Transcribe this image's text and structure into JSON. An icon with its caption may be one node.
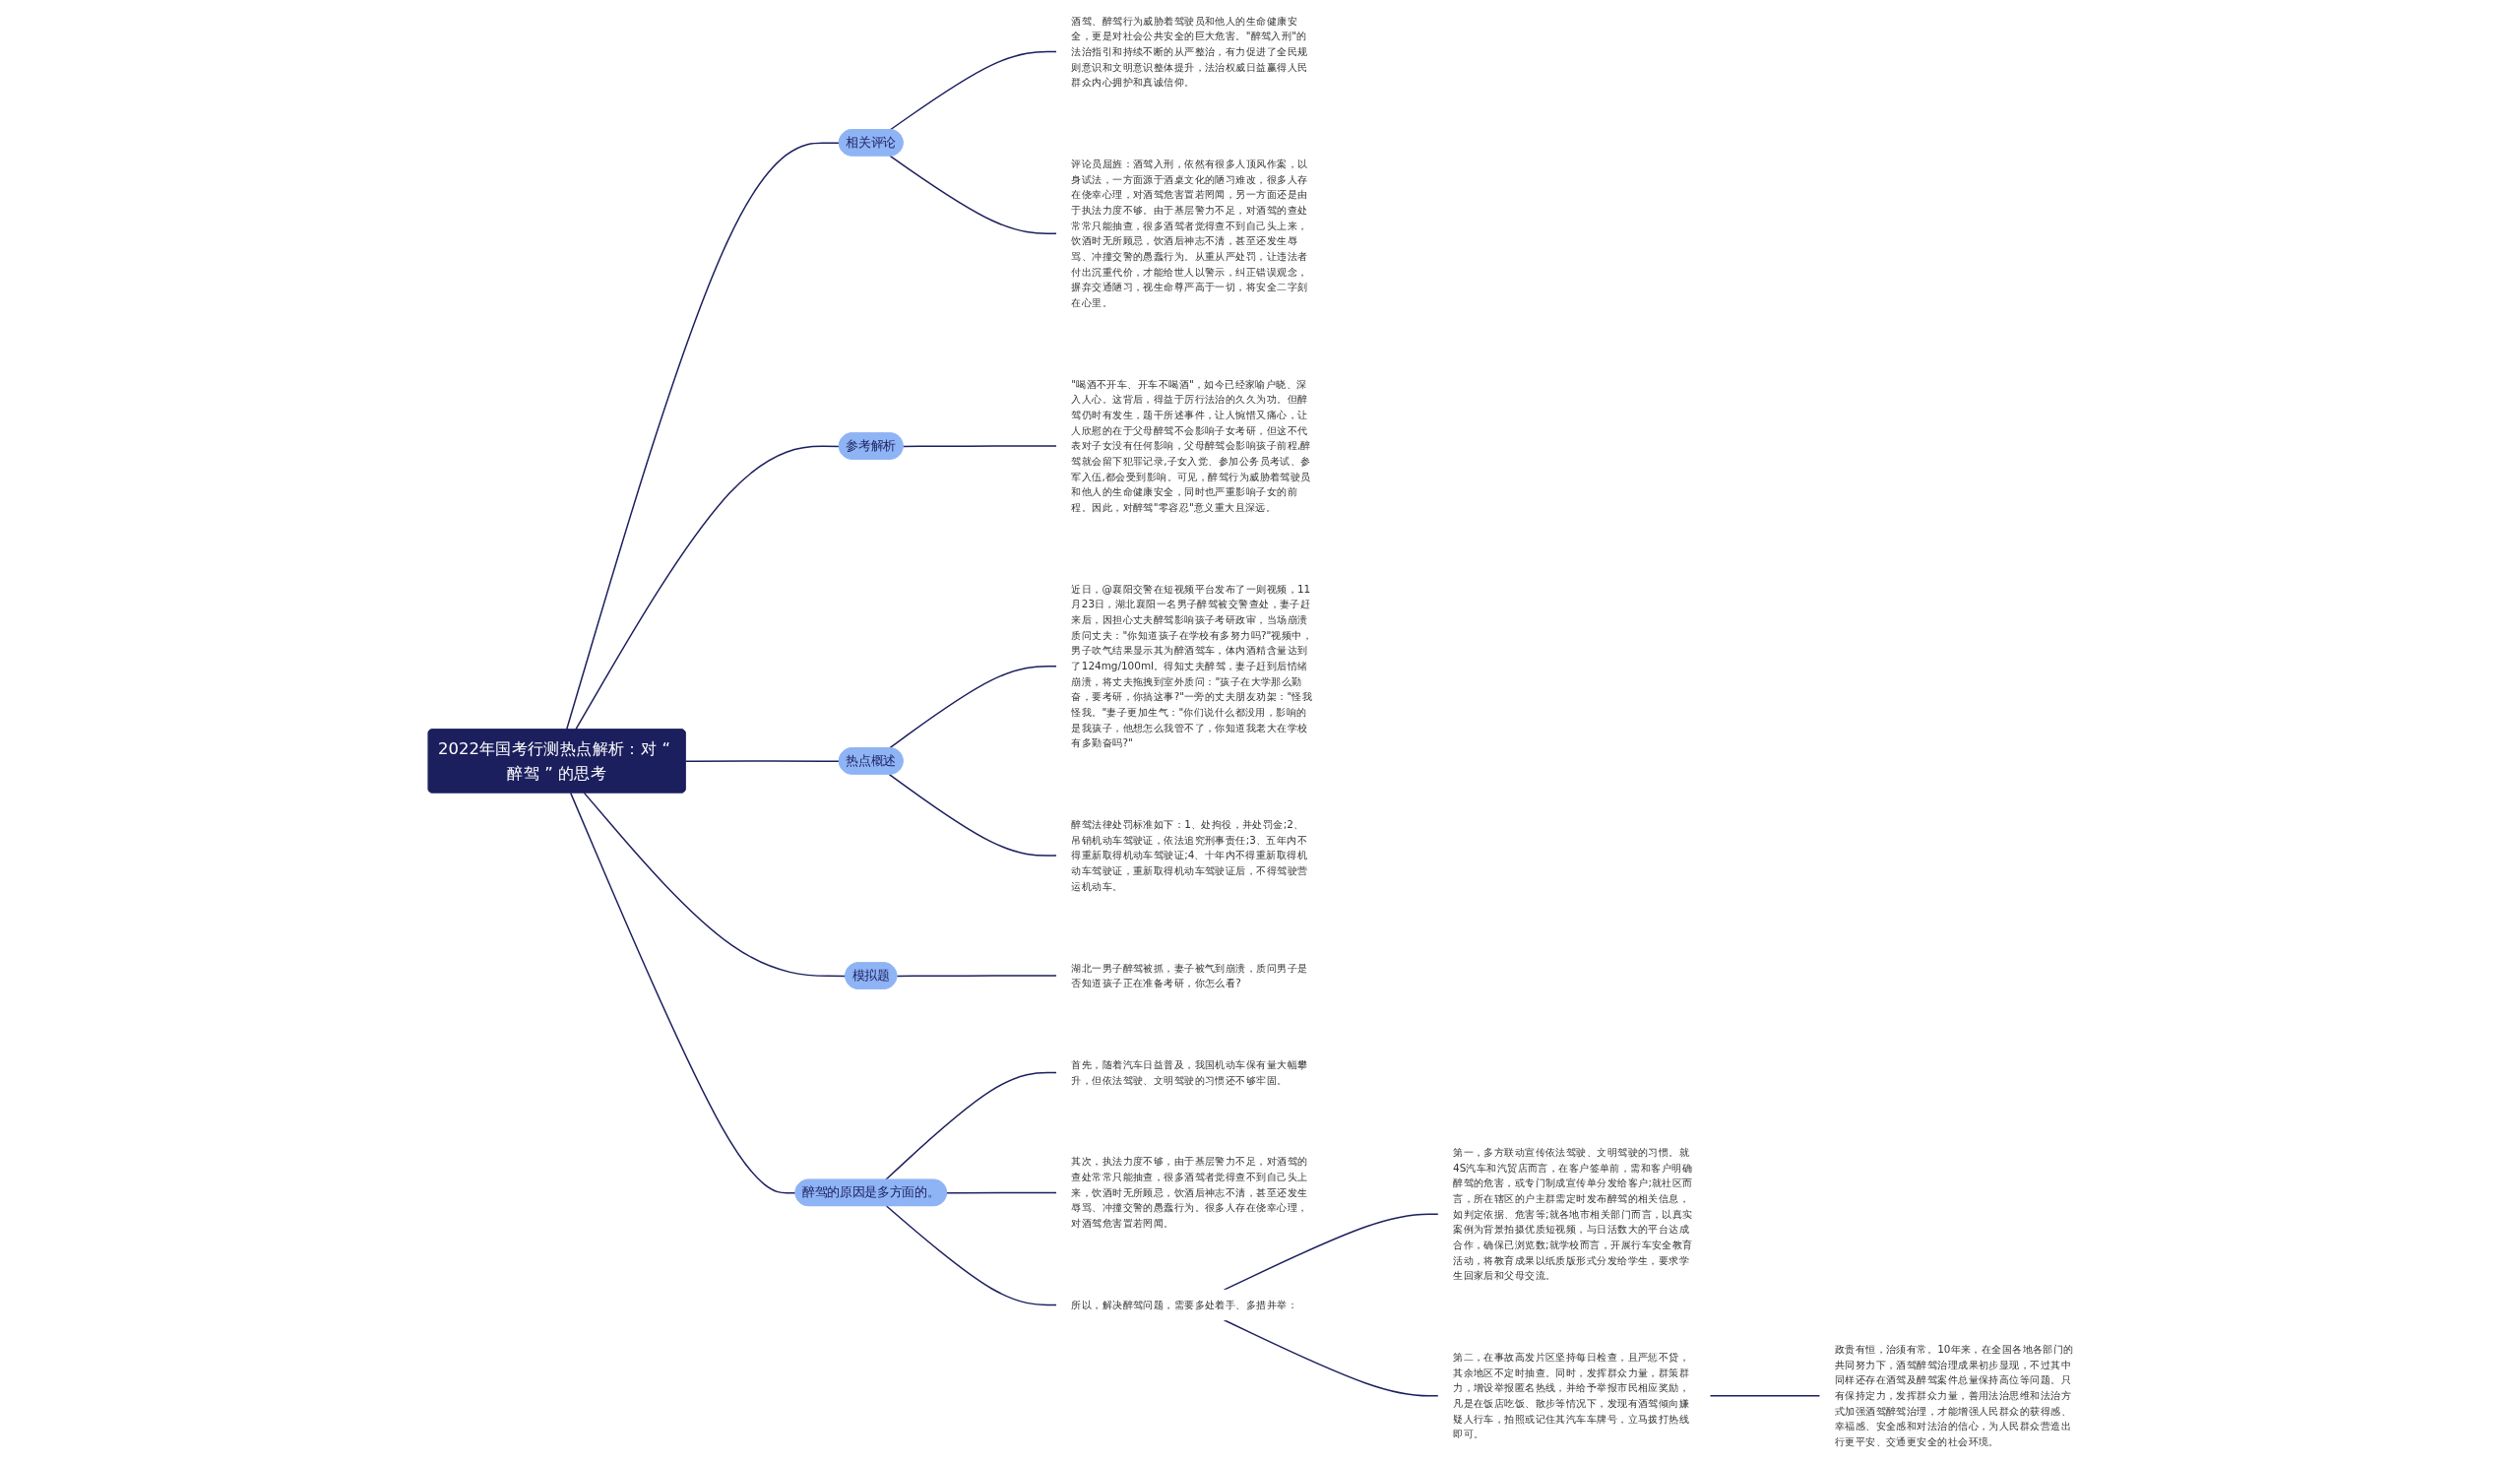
{
  "diagram": {
    "nodes": [
      {
        "text": [
          "2022年国考行测热点解析：对 “ 醉驾 ” 的思考"
        ]
      },
      {
        "text": [
          "相关评论"
        ]
      },
      {
        "text": [
          "酒驾、醉驾行为威胁着驾驶员和他人的生命健康安全，更是对社会公共安全的巨大危害。\"醉驾入刑\"的法治指引和持续不断的从严整治，有力促进了全民规则意识和文明意识整体提升，法治权威日益赢得人民群众内心拥护和真诚信仰。"
        ]
      },
      {
        "text": [
          "评论员屈旌：酒驾入刑，依然有很多人顶风作案，以身试法，一方面源于酒桌文化的陋习难改，很多人存在侥幸心理，对酒驾危害置若罔闻，另一方面还是由于执法力度不够。由于基层警力不足，对酒驾的查处常常只能抽查，很多酒驾者觉得查不到自己头上来，饮酒时无所顾忌，饮酒后神志不清，甚至还发生辱骂、冲撞交警的愚蠢行为。从重从严处罚，让违法者付出沉重代价，才能给世人以警示，纠正错误观念，摒弃交通陋习，视生命尊严高于一切，将安全二字刻在心里。"
        ]
      },
      {
        "text": [
          "参考解析"
        ]
      },
      {
        "text": [
          "\"喝酒不开车、开车不喝酒\"，如今已经家喻户晓、深入人心。这背后，得益于厉行法治的久久为功。但醉驾仍时有发生，题干所述事件，让人惋惜又痛心，让人欣慰的在于父母醉驾不会影响子女考研，但这不代表对子女没有任何影响，父母醉驾会影响孩子前程,醉驾就会留下犯罪记录,子女入党、参加公务员考试、参军入伍,都会受到影响。可见，醉驾行为威胁着驾驶员和他人的生命健康安全，同时也严重影响子女的前程。因此，对醉驾\"零容忍\"意义重大且深远。"
        ]
      },
      {
        "text": [
          "热点概述"
        ]
      },
      {
        "text": [
          "近日，@襄阳交警在短视频平台发布了一则视频，11月23日，湖北襄阳一名男子醉驾被交警查处，妻子赶来后，因担心丈夫醉驾影响孩子考研政审，当场崩溃质问丈夫：\"你知道孩子在学校有多努力吗?\"视频中，男子吹气结果显示其为醉酒驾车，体内酒精含量达到了124mg/100ml。得知丈夫醉驾，妻子赶到后情绪崩溃，将丈夫拖拽到室外质问：\"孩子在大学那么勤奋，要考研，你搞这事?\"一旁的丈夫朋友劝架：\"怪我怪我。\"妻子更加生气：\"你们说什么都没用，影响的是我孩子，他想怎么我管不了，你知道我老大在学校有多勤奋吗?\""
        ]
      },
      {
        "text": [
          "醉驾法律处罚标准如下：1、处拘役，并处罚金;2、吊销机动车驾驶证，依法追究刑事责任;3、五年内不得重新取得机动车驾驶证;4、十年内不得重新取得机动车驾驶证，重新取得机动车驾驶证后，不得驾驶营运机动车。"
        ]
      },
      {
        "text": [
          "模拟题"
        ]
      },
      {
        "text": [
          "湖北一男子醉驾被抓，妻子被气到崩溃，质问男子是否知道孩子正在准备考研，你怎么看?"
        ]
      },
      {
        "text": [
          "醉驾的原因是多方面的。"
        ]
      },
      {
        "text": [
          "首先，随着汽车日益普及，我国机动车保有量大幅攀升，但依法驾驶、文明驾驶的习惯还不够牢固。"
        ]
      },
      {
        "text": [
          "其次，执法力度不够，由于基层警力不足，对酒驾的查处常常只能抽查，很多酒驾者觉得查不到自己头上来，饮酒时无所顾忌，饮酒后神志不清，甚至还发生辱骂、冲撞交警的愚蠢行为。很多人存在侥幸心理，对酒驾危害置若罔闻。"
        ]
      },
      {
        "text": [
          "所以，解决醉驾问题，需要多处着手、多措并举："
        ]
      },
      {
        "text": [
          "第一，多方联动宣传依法驾驶、文明驾驶的习惯。就4S汽车和汽贸店而言，在客户签单前，需和客户明确醉驾的危害，或专门制成宣传单分发给客户;就社区而言，所在辖区的户主群需定时发布醉驾的相关信息，如判定依据、危害等;就各地市相关部门而言，以真实案例为背景拍摄优质短视频，与日活数大的平台达成合作，确保已浏览数;就学校而言，开展行车安全教育活动，将教育成果以纸质版形式分发给学生，要求学生回家后和父母交流。"
        ]
      },
      {
        "text": [
          "第二，在事故高发片区坚持每日检查，且严惩不贷，其余地区不定时抽查。同时，发挥群众力量，群策群力，增设举报匿名热线，并给予举报市民相应奖励，凡是在饭店吃饭、散步等情况下，发现有酒驾倾向嫌疑人行车，拍照或记住其汽车车牌号，立马拨打热线即可。"
        ]
      },
      {
        "text": [
          "政贵有恒，治须有常。10年来，在全国各地各部门的共同努力下，酒驾醉驾治理成果初步显现，不过其中同样还存在酒驾及醉驾案件总量保持高位等问题。只有保持定力，发挥群众力量，善用法治思维和法治方式加强酒驾醉驾治理，才能增强人民群众的获得感、幸福感、安全感和对法治的信心，为人民群众营造出行更平安、交通更安全的社会环境。"
        ]
      }
    ],
    "edges": [
      {
        "from": 0,
        "to": 1,
        "arrow": "none"
      },
      {
        "from": 1,
        "to": 2,
        "arrow": "none"
      },
      {
        "from": 1,
        "to": 3,
        "arrow": "none"
      },
      {
        "from": 0,
        "to": 4,
        "arrow": "none"
      },
      {
        "from": 4,
        "to": 5,
        "arrow": "none"
      },
      {
        "from": 0,
        "to": 6,
        "arrow": "none"
      },
      {
        "from": 6,
        "to": 7,
        "arrow": "none"
      },
      {
        "from": 6,
        "to": 8,
        "arrow": "none"
      },
      {
        "from": 0,
        "to": 9,
        "arrow": "none"
      },
      {
        "from": 9,
        "to": 10,
        "arrow": "none"
      },
      {
        "from": 0,
        "to": 11,
        "arrow": "none"
      },
      {
        "from": 11,
        "to": 12,
        "arrow": "none"
      },
      {
        "from": 11,
        "to": 13,
        "arrow": "none"
      },
      {
        "from": 11,
        "to": 14,
        "arrow": "none"
      },
      {
        "from": 14,
        "to": 15,
        "arrow": "none"
      },
      {
        "from": 14,
        "to": 16,
        "arrow": "none"
      },
      {
        "from": 16,
        "to": 17,
        "arrow": "none"
      }
    ]
  }
}
